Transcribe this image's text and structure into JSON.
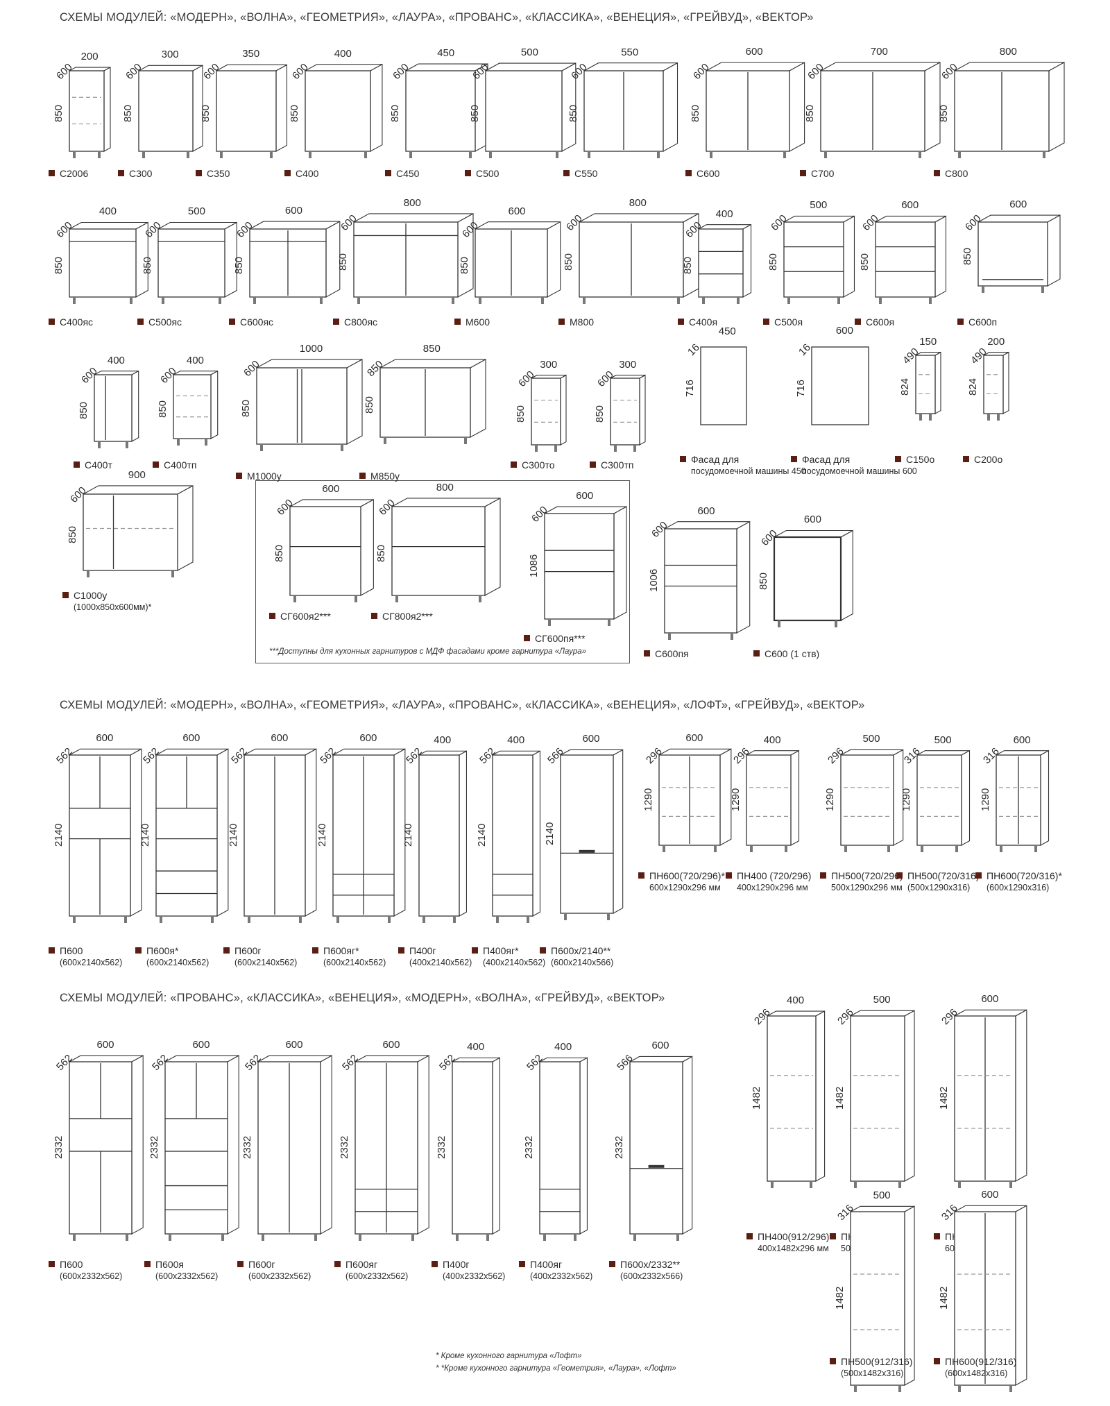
{
  "sections": [
    "СХЕМЫ МОДУЛЕЙ: «МОДЕРН», «ВОЛНА», «ГЕОМЕТРИЯ», «ЛАУРА», «ПРОВАНС», «КЛАССИКА», «ВЕНЕЦИЯ», «ГРЕЙВУД», «ВЕКТОР»",
    "СХЕМЫ МОДУЛЕЙ: «МОДЕРН», «ВОЛНА», «ГЕОМЕТРИЯ», «ЛАУРА», «ПРОВАНС», «КЛАССИКА», «ВЕНЕЦИЯ», «ЛОФТ», «ГРЕЙВУД», «ВЕКТОР»",
    "СХЕМЫ МОДУЛЕЙ: «ПРОВАНС», «КЛАССИКА», «ВЕНЕЦИЯ», «МОДЕРН», «ВОЛНА», «ГРЕЙВУД», «ВЕКТОР»"
  ],
  "accent_color": "#5a1f12",
  "line_color": "#333333",
  "modules": [
    {
      "label": "С2006",
      "sub": "",
      "w": "200",
      "d": "600",
      "h": "850",
      "style": "open-shelf"
    },
    {
      "label": "С300",
      "sub": "",
      "w": "300",
      "d": "600",
      "h": "850",
      "style": "door1"
    },
    {
      "label": "С350",
      "sub": "",
      "w": "350",
      "d": "600",
      "h": "850",
      "style": "door1"
    },
    {
      "label": "С400",
      "sub": "",
      "w": "400",
      "d": "600",
      "h": "850",
      "style": "door1"
    },
    {
      "label": "С450",
      "sub": "",
      "w": "450",
      "d": "600",
      "h": "850",
      "style": "door1"
    },
    {
      "label": "С500",
      "sub": "",
      "w": "500",
      "d": "600",
      "h": "850",
      "style": "door1"
    },
    {
      "label": "С550",
      "sub": "",
      "w": "550",
      "d": "600",
      "h": "850",
      "style": "door2"
    },
    {
      "label": "С600",
      "sub": "",
      "w": "600",
      "d": "600",
      "h": "850",
      "style": "door2"
    },
    {
      "label": "С700",
      "sub": "",
      "w": "700",
      "d": "600",
      "h": "850",
      "style": "door2"
    },
    {
      "label": "С800",
      "sub": "",
      "w": "800",
      "d": "600",
      "h": "850",
      "style": "door2"
    },
    {
      "label": "С400яс",
      "sub": "",
      "w": "400",
      "d": "600",
      "h": "850",
      "style": "drawer-door1"
    },
    {
      "label": "С500яс",
      "sub": "",
      "w": "500",
      "d": "600",
      "h": "850",
      "style": "drawer-door1"
    },
    {
      "label": "С600яс",
      "sub": "",
      "w": "600",
      "d": "600",
      "h": "850",
      "style": "drawer-door2"
    },
    {
      "label": "С800яс",
      "sub": "",
      "w": "800",
      "d": "600",
      "h": "850",
      "style": "drawer-door2"
    },
    {
      "label": "М600",
      "sub": "",
      "w": "600",
      "d": "600",
      "h": "850",
      "style": "door2"
    },
    {
      "label": "М800",
      "sub": "",
      "w": "800",
      "d": "600",
      "h": "850",
      "style": "door2"
    },
    {
      "label": "С400я",
      "sub": "",
      "w": "400",
      "d": "600",
      "h": "850",
      "style": "drawers3"
    },
    {
      "label": "С500я",
      "sub": "",
      "w": "500",
      "d": "600",
      "h": "850",
      "style": "drawers3"
    },
    {
      "label": "С600я",
      "sub": "",
      "w": "600",
      "d": "600",
      "h": "850",
      "style": "drawers3"
    },
    {
      "label": "С600п",
      "sub": "",
      "w": "600",
      "d": "600",
      "h": "850",
      "style": "open-oven"
    },
    {
      "label": "С400т",
      "sub": "",
      "w": "400",
      "d": "600",
      "h": "850",
      "style": "corner-door"
    },
    {
      "label": "С400тп",
      "sub": "",
      "w": "400",
      "d": "600",
      "h": "850",
      "style": "corner-open"
    },
    {
      "label": "М1000у",
      "sub": "",
      "w": "1000",
      "d": "600",
      "h": "850",
      "style": "sink-corner"
    },
    {
      "label": "М850у",
      "sub": "",
      "w": "850",
      "d": "850",
      "h": "850",
      "style": "angle"
    },
    {
      "label": "С300то",
      "sub": "",
      "w": "300",
      "d": "600",
      "h": "850",
      "style": "corner-open"
    },
    {
      "label": "С300тп",
      "sub": "",
      "w": "300",
      "d": "600",
      "h": "850",
      "style": "corner-open"
    },
    {
      "label": "Фасад для",
      "sub": "посудомоечной машины 450",
      "w": "450",
      "d": "16",
      "h": "716",
      "style": "panel"
    },
    {
      "label": "Фасад для",
      "sub": "посудомоечной машины 600",
      "w": "600",
      "d": "16",
      "h": "716",
      "style": "panel"
    },
    {
      "label": "С150о",
      "sub": "",
      "w": "150",
      "d": "490",
      "h": "824",
      "style": "open-shelf"
    },
    {
      "label": "С200о",
      "sub": "",
      "w": "200",
      "d": "490",
      "h": "824",
      "style": "open-shelf"
    },
    {
      "label": "С1000у",
      "sub": "(1000х850х600мм)*",
      "w": "900",
      "d": "600",
      "h": "850",
      "style": "corner-l"
    },
    {
      "label": "СГ600я2***",
      "sub": "",
      "w": "600",
      "d": "600",
      "h": "850",
      "style": "drawers2"
    },
    {
      "label": "СГ800я2***",
      "sub": "",
      "w": "800",
      "d": "600",
      "h": "850",
      "style": "drawers2"
    },
    {
      "label": "СГ600пя***",
      "sub": "",
      "w": "600",
      "d": "600",
      "h": "1086",
      "style": "oven-drawer"
    },
    {
      "label": "С600пя",
      "sub": "",
      "w": "600",
      "d": "600",
      "h": "1006",
      "style": "oven-drawer"
    },
    {
      "label": "С600 (1 ств)",
      "sub": "",
      "w": "600",
      "d": "600",
      "h": "850",
      "style": "door1-dark"
    },
    {
      "label": "П600",
      "sub": "(600х2140х562)",
      "w": "600",
      "d": "562",
      "h": "2140",
      "style": "tall-oven"
    },
    {
      "label": "П600я*",
      "sub": "(600х2140х562)",
      "w": "600",
      "d": "562",
      "h": "2140",
      "style": "tall-oven-drawer"
    },
    {
      "label": "П600г",
      "sub": "(600х2140х562)",
      "w": "600",
      "d": "562",
      "h": "2140",
      "style": "tall-door"
    },
    {
      "label": "П600яг*",
      "sub": "(600х2140х562)",
      "w": "600",
      "d": "562",
      "h": "2140",
      "style": "tall-door-drawer"
    },
    {
      "label": "П400г",
      "sub": "(400х2140х562)",
      "w": "400",
      "d": "562",
      "h": "2140",
      "style": "tall-door1"
    },
    {
      "label": "П400яг*",
      "sub": "(400х2140х562)",
      "w": "400",
      "d": "562",
      "h": "2140",
      "style": "tall-door1-drawer"
    },
    {
      "label": "П600х/2140**",
      "sub": "(600х2140х566)",
      "w": "600",
      "d": "566",
      "h": "2140",
      "style": "fridge"
    },
    {
      "label": "ПН600(720/296)*",
      "sub": "600х1290х296 мм",
      "w": "600",
      "d": "296",
      "h": "1290",
      "style": "wall2"
    },
    {
      "label": "ПН400 (720/296)",
      "sub": "400х1290х296 мм",
      "w": "400",
      "d": "296",
      "h": "1290",
      "style": "wall1"
    },
    {
      "label": "ПН500(720/296)",
      "sub": "500х1290х296 мм",
      "w": "500",
      "d": "296",
      "h": "1290",
      "style": "wall1"
    },
    {
      "label": "ПН500(720/316)",
      "sub": "(500х1290х316)",
      "w": "500",
      "d": "316",
      "h": "1290",
      "style": "wall1"
    },
    {
      "label": "ПН600(720/316)*",
      "sub": "(600х1290х316)",
      "w": "600",
      "d": "316",
      "h": "1290",
      "style": "wall2"
    },
    {
      "label": "П600",
      "sub": "(600х2332х562)",
      "w": "600",
      "d": "562",
      "h": "2332",
      "style": "tall-oven"
    },
    {
      "label": "П600я",
      "sub": "(600х2332х562)",
      "w": "600",
      "d": "562",
      "h": "2332",
      "style": "tall-oven-drawer"
    },
    {
      "label": "П600г",
      "sub": "(600х2332х562)",
      "w": "600",
      "d": "562",
      "h": "2332",
      "style": "tall-door"
    },
    {
      "label": "П600яг",
      "sub": "(600х2332х562)",
      "w": "600",
      "d": "562",
      "h": "2332",
      "style": "tall-door-drawer"
    },
    {
      "label": "П400г",
      "sub": "(400х2332х562)",
      "w": "400",
      "d": "562",
      "h": "2332",
      "style": "tall-door1"
    },
    {
      "label": "П400яг",
      "sub": "(400х2332х562)",
      "w": "400",
      "d": "562",
      "h": "2332",
      "style": "tall-door1-drawer"
    },
    {
      "label": "П600х/2332**",
      "sub": "(600х2332х566)",
      "w": "600",
      "d": "566",
      "h": "2332",
      "style": "fridge"
    },
    {
      "label": "ПН400(912/296)",
      "sub": "400х1482х296 мм",
      "w": "400",
      "d": "296",
      "h": "1482",
      "style": "wall1"
    },
    {
      "label": "ПН500(912/296)",
      "sub": "500х1482х296 мм",
      "w": "500",
      "d": "296",
      "h": "1482",
      "style": "wall1"
    },
    {
      "label": "ПН600(912/296)",
      "sub": "600х1482х296 мм",
      "w": "600",
      "d": "296",
      "h": "1482",
      "style": "wall2"
    },
    {
      "label": "ПН500(912/316)",
      "sub": "(500х1482х316)",
      "w": "500",
      "d": "316",
      "h": "1482",
      "style": "wall1"
    },
    {
      "label": "ПН600(912/316)",
      "sub": "(600х1482х316)",
      "w": "600",
      "d": "316",
      "h": "1482",
      "style": "wall2"
    }
  ],
  "frame_note": "***Доступны для кухонных гарнитуров с МДФ фасадами кроме гарнитура «Лаура»",
  "footnotes": [
    "* Кроме кухонного гарнитура «Лофт»",
    "* *Кроме кухонного гарнитура «Геометрия», «Лаура», «Лофт»"
  ]
}
